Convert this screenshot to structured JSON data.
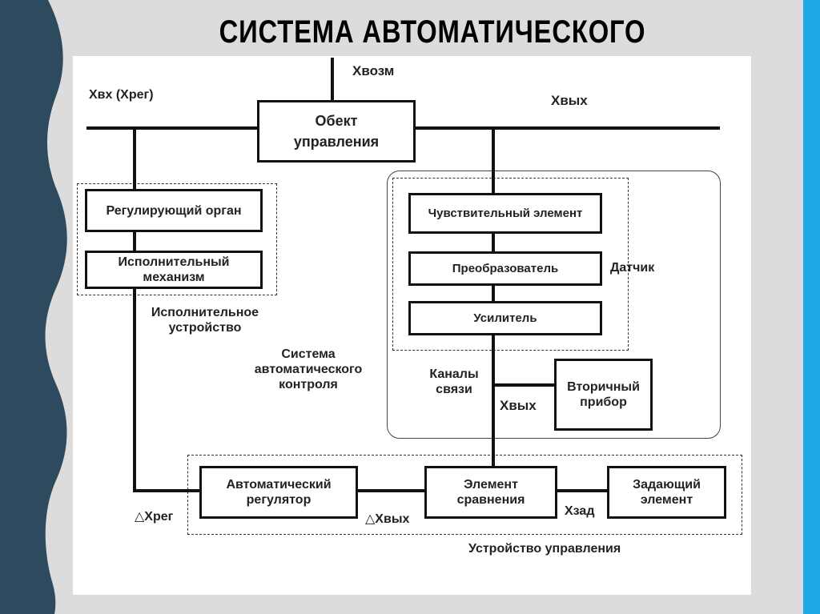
{
  "slide": {
    "title": "СИСТЕМА АВТОМАТИЧЕСКОГО РЕГУЛИРОВАНИЯ",
    "colors": {
      "left_band": "#2e4a5e",
      "right_band": "#1eaae6",
      "background": "#dcdcdc",
      "panel": "#ffffff"
    }
  },
  "diagram": {
    "signals": {
      "x_vozm": "Xвозм",
      "x_vh": "Xвх (Xрег)",
      "x_vyh_top": "Xвых",
      "x_vyh_mid": "Xвых",
      "delta_x_reg": "△Xрег",
      "delta_x_vyh": "△Xвых",
      "x_zad": "Xзад"
    },
    "blocks": {
      "object": "Обект управления",
      "regulating_organ": "Регулирующий орган",
      "actuator": "Исполнительный механизм",
      "sensing_element": "Чувствительный элемент",
      "converter": "Преобразователь",
      "amplifier": "Усилитель",
      "secondary_device": "Вторичный прибор",
      "auto_regulator": "Автоматический регулятор",
      "comparison_element": "Элемент сравнения",
      "setting_element": "Задающий элемент"
    },
    "groups": {
      "executive_device": "Исполнительное устройство",
      "auto_control_system": "Система автоматического контроля",
      "sensor": "Датчик",
      "channels": "Каналы связи",
      "control_device": "Устройство управления"
    }
  }
}
